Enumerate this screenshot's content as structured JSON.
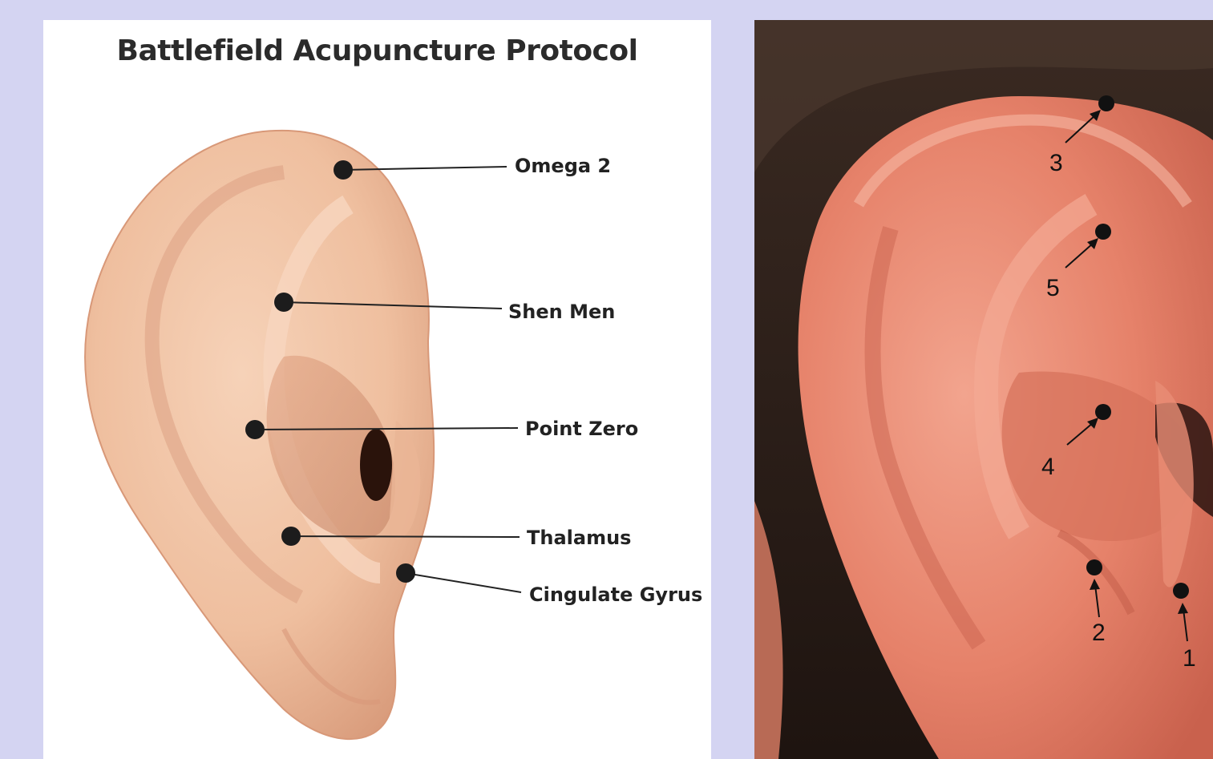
{
  "left": {
    "title": "Battlefield Acupuncture Protocol",
    "labels": {
      "omega2": "Omega 2",
      "shen_men": "Shen Men",
      "point_zero": "Point Zero",
      "thalamus": "Thalamus",
      "cingulate_gyrus": "Cingulate Gyrus"
    }
  },
  "right": {
    "numbers": {
      "n1": "1",
      "n2": "2",
      "n3": "3",
      "n4": "4",
      "n5": "5"
    }
  },
  "colors": {
    "page_background": "#d4d4f2",
    "panel_background": "#ffffff",
    "ear_illustration": "#f2c4a4",
    "ear_photo": "#e8876f",
    "point_marker": "#1c1c1c"
  }
}
